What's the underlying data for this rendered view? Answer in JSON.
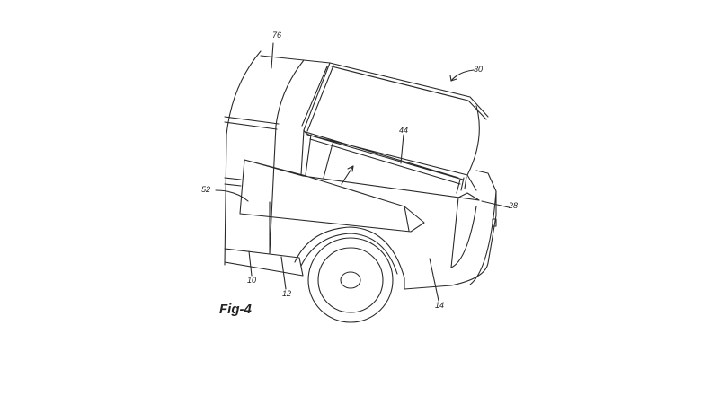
{
  "figure": {
    "caption": "Fig-4",
    "reference_numerals": {
      "cab": "76",
      "vehicle": "30",
      "cover": "44",
      "panel": "52",
      "tailgate": "28",
      "body": "10",
      "bed_side": "12",
      "rear_quarter": "14"
    },
    "line_color": "#2a2a2a"
  }
}
